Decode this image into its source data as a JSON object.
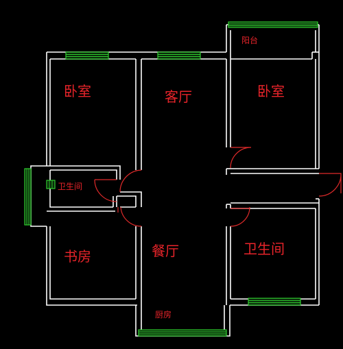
{
  "plan": {
    "rooms": {
      "bedroom_left": "卧室",
      "living_room": "客厅",
      "bedroom_right": "卧室",
      "balcony": "阳台",
      "bath_small": "卫生间",
      "study": "书房",
      "dining_room": "餐厅",
      "bath_large": "卫生间",
      "kitchen": "厨房"
    },
    "colors": {
      "background": "#000000",
      "wall": "#ffffff",
      "window": "#2fcf2f",
      "door_and_label": "#e8242a"
    }
  }
}
